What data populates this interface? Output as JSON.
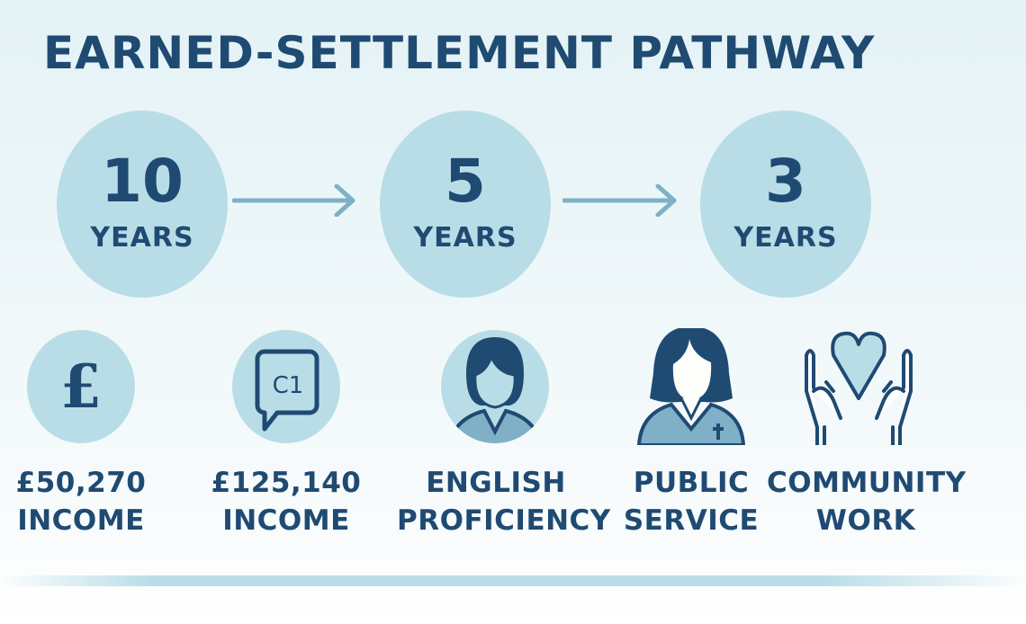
{
  "title": "EARNED-SETTLEMENT PATHWAY",
  "steps": [
    {
      "number": "10",
      "unit": "YEARS"
    },
    {
      "number": "5",
      "unit": "YEARS"
    },
    {
      "number": "3",
      "unit": "YEARS"
    }
  ],
  "criteria": [
    {
      "icon": "pound-icon",
      "line1": "£50,270",
      "line2": "INCOME"
    },
    {
      "icon": "speech-bubble-c1-icon",
      "badge": "C1",
      "line1": "£125,140",
      "line2": "INCOME"
    },
    {
      "icon": "person-icon",
      "line1": "ENGLISH",
      "line2": "PROFICIENCY"
    },
    {
      "icon": "nurse-icon",
      "line1": "PUBLIC",
      "line2": "SERVICE"
    },
    {
      "icon": "hands-heart-icon",
      "line1": "COMMUNITY",
      "line2": "WORK"
    }
  ],
  "colors": {
    "primary": "#1f4a72",
    "circle": "#b9dde7",
    "arrow": "#7fb0c8"
  }
}
